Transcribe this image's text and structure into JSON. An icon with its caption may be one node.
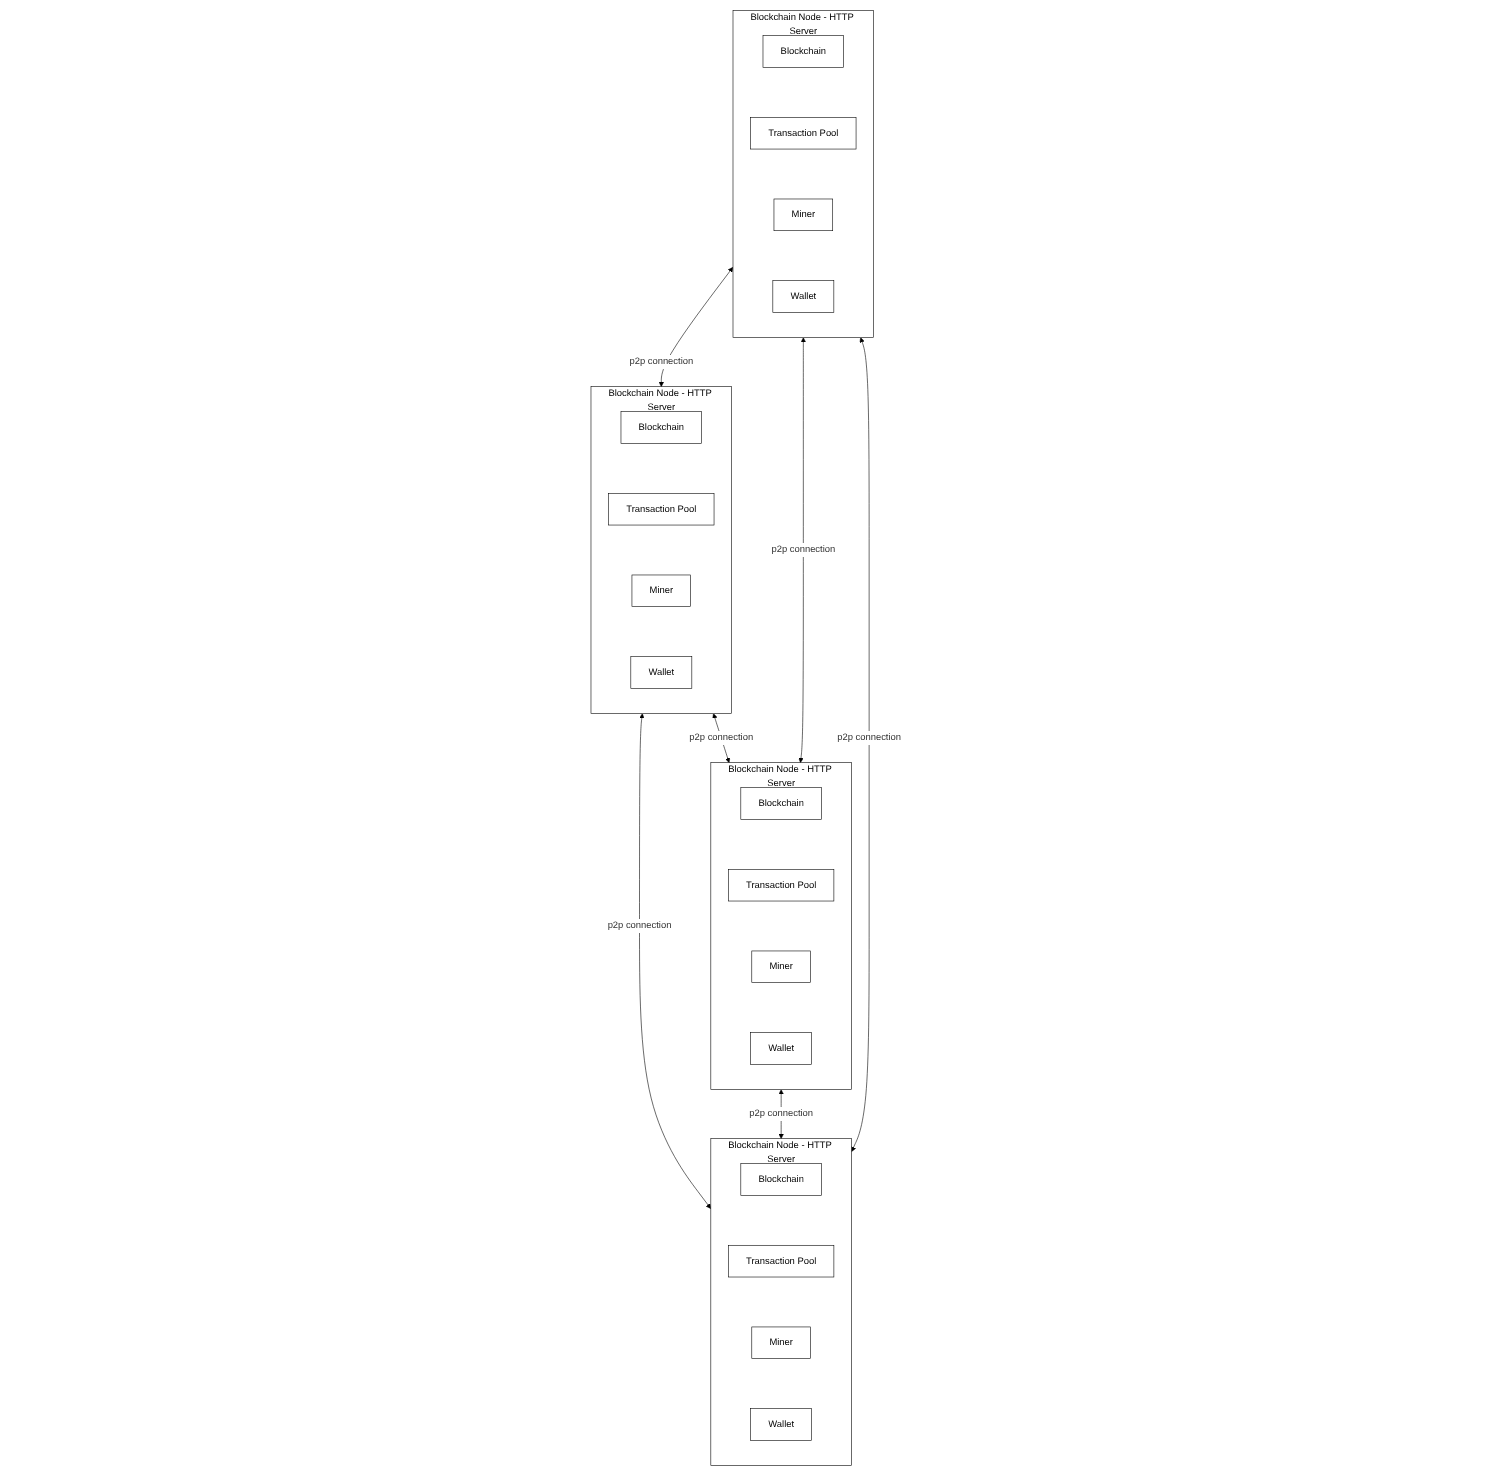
{
  "diagram": {
    "nodes": [
      {
        "text": [
          "Blockchain Node - HTTP Server"
        ]
      },
      {
        "text": [
          "Blockchain"
        ],
        "in": 0
      },
      {
        "text": [
          "Transaction Pool"
        ],
        "in": 0
      },
      {
        "text": [
          "Miner"
        ],
        "in": 0
      },
      {
        "text": [
          "Wallet"
        ],
        "in": 0
      },
      {
        "text": [
          "Blockchain Node - HTTP Server"
        ]
      },
      {
        "text": [
          "Blockchain"
        ],
        "in": 5
      },
      {
        "text": [
          "Transaction Pool"
        ],
        "in": 5
      },
      {
        "text": [
          "Miner"
        ],
        "in": 5
      },
      {
        "text": [
          "Wallet"
        ],
        "in": 5
      },
      {
        "text": [
          "Blockchain Node - HTTP Server"
        ]
      },
      {
        "text": [
          "Blockchain"
        ],
        "in": 10
      },
      {
        "text": [
          "Transaction Pool"
        ],
        "in": 10
      },
      {
        "text": [
          "Miner"
        ],
        "in": 10
      },
      {
        "text": [
          "Wallet"
        ],
        "in": 10
      },
      {
        "text": [
          "Blockchain Node - HTTP Server"
        ]
      },
      {
        "text": [
          "Blockchain"
        ],
        "in": 15
      },
      {
        "text": [
          "Transaction Pool"
        ],
        "in": 15
      },
      {
        "text": [
          "Miner"
        ],
        "in": 15
      },
      {
        "text": [
          "Wallet"
        ],
        "in": 15
      }
    ],
    "edges": [
      {
        "from": 0,
        "to": 5,
        "arrow": "both",
        "label": "p2p connection"
      },
      {
        "from": 0,
        "to": 10,
        "arrow": "both",
        "label": "p2p connection"
      },
      {
        "from": 5,
        "to": 15,
        "arrow": "both",
        "label": "p2p connection"
      },
      {
        "from": 0,
        "to": 15,
        "arrow": "both",
        "label": "p2p connection"
      },
      {
        "from": 5,
        "to": 10,
        "arrow": "both",
        "label": "p2p connection"
      },
      {
        "from": 10,
        "to": 15,
        "arrow": "both",
        "label": "p2p connection"
      }
    ]
  }
}
